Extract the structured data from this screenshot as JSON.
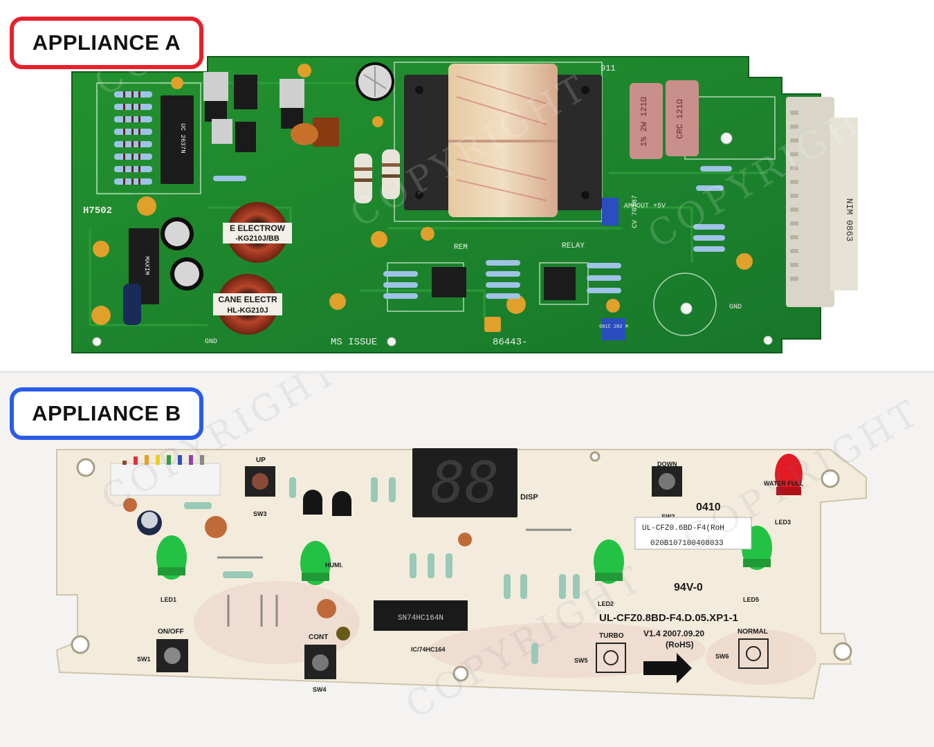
{
  "labels": {
    "appliance_a": "APPLIANCE A",
    "appliance_b": "APPLIANCE B"
  },
  "colors": {
    "badge_a_border": "#e8202a",
    "badge_b_border": "#2a5bea",
    "board_a": "#1f8a2e",
    "board_b": "#f3ecdc"
  },
  "board_a": {
    "markings": {
      "ms_issue": "MS ISSUE",
      "part_no": "86443-",
      "rev": "911",
      "h_code": "H7502",
      "gnd": "GND",
      "rem": "REM",
      "relay": "RELAY",
      "ampout": "AMPOUT +5V",
      "connector_label": "NIM 0863",
      "toroid_1": "E ELECTROW",
      "toroid_1b": "-KG210J/BB",
      "toroid_2": "CANE ELECTR",
      "toroid_2b": "HL-KG210J",
      "resistor_1": "1% 2W 121Ω",
      "resistor_2": "CRC 121Ω",
      "chip_1": "UC 2637N",
      "chip_2": "MAXIM",
      "trim": "601C 202 M",
      "cv": "CV 70287"
    }
  },
  "board_b": {
    "markings": {
      "display": "88",
      "disp": "DISP",
      "up": "UP",
      "down": "DOWN",
      "on_off": "ON/OFF",
      "cont": "CONT",
      "turbo": "TURBO",
      "normal": "NORMAL",
      "humi": "HUMI.",
      "water_full": "WATER FULL",
      "model": "UL-CFZ0.8BD-F4.D.05.XP1-1",
      "version": "V1.4  2007.09.20",
      "rohs": "(RoHS)",
      "sticker_1": "UL-CFZ0.6BD-F4(RoH",
      "sticker_2": "020B107100408033",
      "rating": "94V-0",
      "code": "0410",
      "chip": "SN74HC164N",
      "chip_label": "IC/74HC164",
      "led1": "LED1",
      "led2": "LED2",
      "led3": "LED3",
      "led5": "LED5",
      "sw1": "SW1",
      "sw2": "SW2",
      "sw3": "SW3",
      "sw4": "SW4",
      "sw5": "SW5",
      "sw6": "SW6"
    }
  }
}
